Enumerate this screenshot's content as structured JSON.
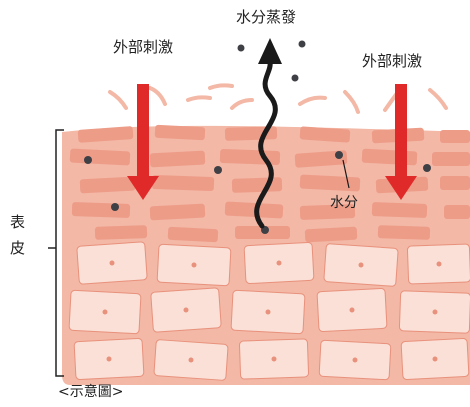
{
  "labels": {
    "evaporation": "水分蒸發",
    "external_left": "外部刺激",
    "external_right": "外部刺激",
    "moisture": "水分",
    "epidermis_1": "表",
    "epidermis_2": "皮",
    "caption": "<示意圖>"
  },
  "colors": {
    "cell_upper": "#ed9c88",
    "cell_lower": "#fae0d6",
    "cell_outline": "#e8917c",
    "matrix": "#f3b8a6",
    "stimulus_arrow": "#e02a2a",
    "water_path": "#1a1a1a",
    "water_dot": "#3f4046",
    "bracket": "#222222"
  }
}
